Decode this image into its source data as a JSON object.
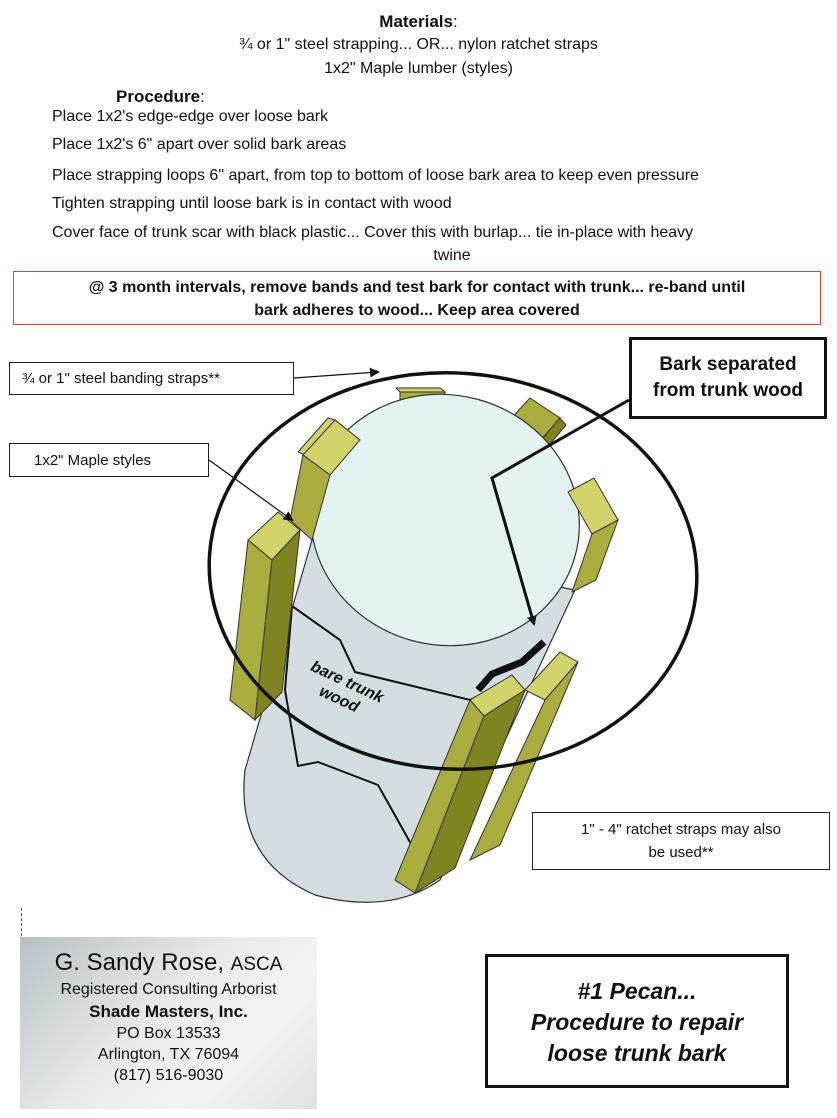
{
  "materials": {
    "heading": "Materials",
    "line1": "¾ or 1\" steel strapping... OR... nylon ratchet straps",
    "line2": "1x2\" Maple lumber (styles)"
  },
  "procedure": {
    "heading": "Procedure",
    "steps": [
      "Place 1x2's edge-edge over loose bark",
      "Place 1x2's 6\" apart over solid bark areas",
      "Place strapping loops 6\" apart, from top to bottom of loose bark area to keep even pressure",
      "Tighten strapping until loose bark is in contact with wood",
      "Cover face of trunk scar with black plastic... Cover this with burlap... tie in-place with heavy",
      "twine"
    ]
  },
  "interval_note": {
    "line1": "@ 3 month intervals, remove bands and test bark for contact with trunk... re-band until",
    "line2": "bark adheres to wood... Keep area covered"
  },
  "callouts": {
    "bands": "¾ or 1\" steel banding straps**",
    "styles": "1x2\" Maple styles",
    "bark_line1": "Bark separated",
    "bark_line2": "from trunk wood",
    "ratchet_line1": "1\" - 4\" ratchet straps may also",
    "ratchet_line2": "be used**"
  },
  "trunk_label": {
    "line1": "bare trunk",
    "line2": "wood"
  },
  "business_card": {
    "name": "G. Sandy Rose,",
    "credential": "ASCA",
    "title": "Registered Consulting Arborist",
    "company": "Shade Masters, Inc.",
    "po_box": "PO Box 13533",
    "city": "Arlington, TX 76094",
    "phone": "(817) 516-9030"
  },
  "title_box": {
    "line1": "#1 Pecan...",
    "line2": "Procedure to repair",
    "line3": "loose trunk bark"
  },
  "colors": {
    "interval_border": "#c84a3e",
    "trunk": "#d3dde0",
    "trunk_top": "#e4f1f1",
    "style_front": "#a8ad3d",
    "style_side": "#7f8420",
    "style_top": "#cfd36a"
  }
}
